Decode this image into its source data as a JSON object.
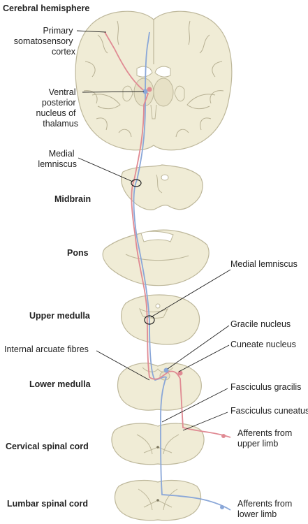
{
  "title": "Cerebral hemisphere",
  "colors": {
    "tissue": "#f0ecd6",
    "tissue_outline": "#bdb79a",
    "pathway_lower_limb": "#8aa7d8",
    "pathway_upper_limb": "#e08a93",
    "leader_line": "#222222"
  },
  "levels": {
    "midbrain": "Midbrain",
    "pons": "Pons",
    "upper_medulla": "Upper medulla",
    "lower_medulla": "Lower medulla",
    "cervical": "Cervical spinal cord",
    "lumbar": "Lumbar spinal cord"
  },
  "labels": {
    "primary_cortex": [
      "Primary",
      "somatosensory",
      "cortex"
    ],
    "vpn": [
      "Ventral",
      "posterior",
      "nucleus of",
      "thalamus"
    ],
    "medial_lemniscus_left": [
      "Medial",
      "lemniscus"
    ],
    "medial_lemniscus_right": "Medial lemniscus",
    "gracile_nucleus": "Gracile nucleus",
    "cuneate_nucleus": "Cuneate nucleus",
    "internal_arcuate": "Internal arcuate fibres",
    "fasciculus_gracilis": "Fasciculus gracilis",
    "fasciculus_cuneatus": "Fasciculus cuneatus",
    "afferents_upper": [
      "Afferents from",
      "upper limb"
    ],
    "afferents_lower": [
      "Afferents from",
      "lower limb"
    ]
  }
}
